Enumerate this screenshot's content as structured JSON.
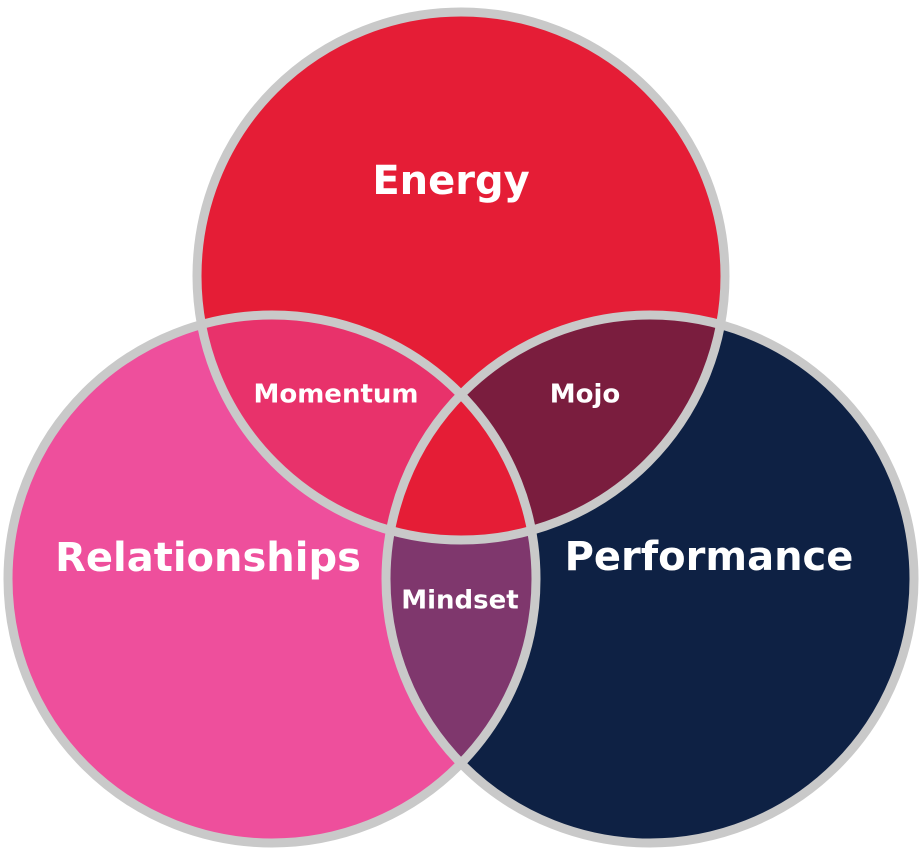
{
  "diagram": {
    "type": "venn",
    "circles": [
      {
        "id": "energy",
        "label": "Energy",
        "color": "#E51D36"
      },
      {
        "id": "relationships",
        "label": "Relationships",
        "color": "#EE4F9C"
      },
      {
        "id": "performance",
        "label": "Performance",
        "color": "#0E2144"
      }
    ],
    "overlaps": [
      {
        "id": "energy-relationships",
        "label": "Momentum",
        "color": "#E8326B"
      },
      {
        "id": "energy-performance",
        "label": "Mojo",
        "color": "#7A1D3E"
      },
      {
        "id": "relationships-performance",
        "label": "Mindset",
        "color": "#7F376D"
      },
      {
        "id": "center",
        "label": "",
        "color": "#E51D36"
      }
    ],
    "outline_color": "#C9C9C9",
    "label_colors": {
      "light": "#FFFFFF",
      "dark": "#FFFFFF"
    }
  }
}
